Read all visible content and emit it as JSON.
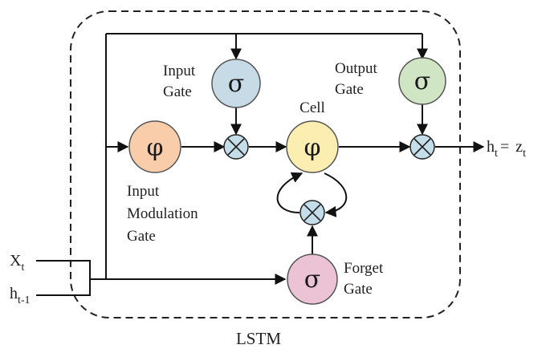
{
  "container": {
    "label": "LSTM"
  },
  "symbols": {
    "sigma": "σ",
    "phi": "φ"
  },
  "nodes": {
    "input_gate": {
      "label_line1": "Input",
      "label_line2": "Gate",
      "symbol": "σ",
      "color": "#c6dbe6"
    },
    "output_gate": {
      "label_line1": "Output",
      "label_line2": "Gate",
      "symbol": "σ",
      "color": "#cfe5c4"
    },
    "input_modulation_gate": {
      "label_line1": "Input",
      "label_line2": "Modulation",
      "label_line3": "Gate",
      "symbol": "φ",
      "color": "#f9ccaa"
    },
    "cell": {
      "label": "Cell",
      "symbol": "φ",
      "color": "#fcedb0"
    },
    "forget_gate": {
      "label_line1": "Forget",
      "label_line2": "Gate",
      "symbol": "σ",
      "color": "#ecc3d4"
    }
  },
  "multiplier_color": "#c3dde9",
  "inputs": {
    "x": {
      "base": "X",
      "sub": "t"
    },
    "h_prev": {
      "base": "h",
      "sub": "t-1"
    }
  },
  "output": {
    "h": "h",
    "h_sub": "t",
    "eq": "=",
    "z": "z",
    "z_sub": "t"
  }
}
